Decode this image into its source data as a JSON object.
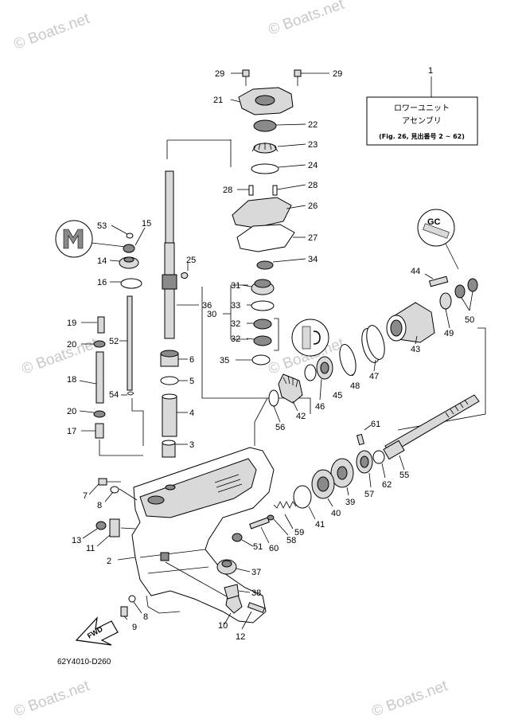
{
  "watermarks": [
    "© Boats.net",
    "© Boats.net",
    "© Boats.net",
    "© Boats.net",
    "© Boats.net",
    "© Boats.net"
  ],
  "assembly_box": {
    "ref_number": "1",
    "line1": "ロワーユニット",
    "line2": "アセンブリ",
    "line3": "(Fig. 26, 見出番号 2 ~ 62)"
  },
  "callouts": {
    "n29a": "29",
    "n29b": "29",
    "n21": "21",
    "n22": "22",
    "n23": "23",
    "n24": "24",
    "n28a": "28",
    "n28b": "28",
    "n26": "26",
    "n27": "27",
    "n34": "34",
    "n31": "31",
    "n33": "33",
    "n30": "30",
    "n32a": "32",
    "n32b": "32",
    "n35": "35",
    "n53": "53",
    "n15": "15",
    "n14": "14",
    "n16": "16",
    "n25": "25",
    "n36": "36",
    "n19": "19",
    "n20a": "20",
    "n52": "52",
    "n18": "18",
    "n54": "54",
    "n20b": "20",
    "n17": "17",
    "n6": "6",
    "n5": "5",
    "n4": "4",
    "n3": "3",
    "n44": "44",
    "n49": "49",
    "n50": "50",
    "n43": "43",
    "n47": "47",
    "n48": "48",
    "n45": "45",
    "n46": "46",
    "n42": "42",
    "n56": "56",
    "n61": "61",
    "n55": "55",
    "n62": "62",
    "n57": "57",
    "n39": "39",
    "n40": "40",
    "n41": "41",
    "n59": "59",
    "n58": "58",
    "n60": "60",
    "n51": "51",
    "n37": "37",
    "n38": "38",
    "n7": "7",
    "n8a": "8",
    "n13": "13",
    "n11": "11",
    "n2": "2",
    "n8b": "8",
    "n9": "9",
    "n10": "10",
    "n12": "12"
  },
  "fwd_label": "FWD",
  "drawing_code": "62Y4010-D260",
  "icon_names": [
    "grease-symbol-icon",
    "grease-gc-symbol-icon",
    "sealant-symbol-icon",
    "fwd-arrow-icon"
  ]
}
